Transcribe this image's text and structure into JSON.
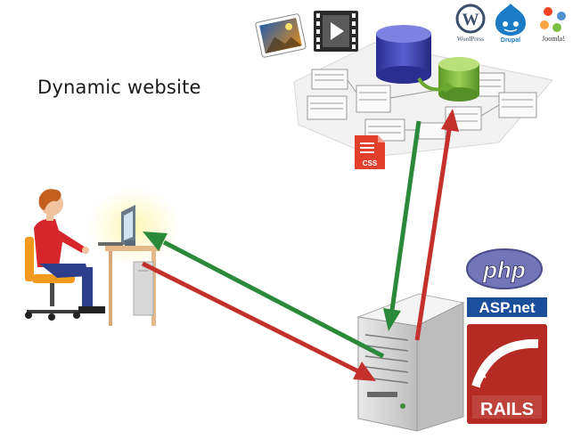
{
  "title": "Dynamic website",
  "cms": {
    "wordpress": "WordPress",
    "drupal": "Drupal",
    "joomla": "Joomla!"
  },
  "css_label": "CSS",
  "php_label": "php",
  "aspnet_label": "ASP.net",
  "rails_label": "RAILS",
  "colors": {
    "request_arrow": "#c4302b",
    "response_arrow": "#2a8a3a",
    "db_blue": "#3b3fb0",
    "db_green": "#7ab83a",
    "php_blue": "#7275b8",
    "rails_red": "#b52a22"
  }
}
